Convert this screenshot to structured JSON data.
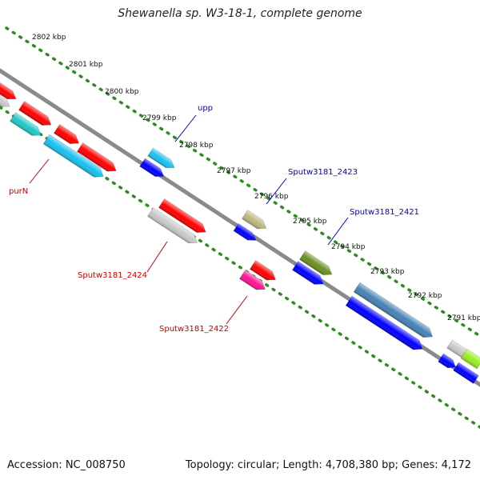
{
  "title": "Shewanella sp. W3-18-1, complete genome",
  "footer": {
    "accession": "Accession: NC_008750",
    "summary": "Topology: circular; Length: 4,708,380 bp; Genes: 4,172"
  },
  "colors": {
    "backbone": "#8a8a8a",
    "tick_dots": "#2e8b1f",
    "label_forward": "#0000cc",
    "label_reverse": "#cc0000"
  },
  "ticks": [
    {
      "kbp": 2802,
      "label": "2802 kbp"
    },
    {
      "kbp": 2801,
      "label": "2801 kbp"
    },
    {
      "kbp": 2800,
      "label": "2800 kbp"
    },
    {
      "kbp": 2799,
      "label": "2799 kbp"
    },
    {
      "kbp": 2798,
      "label": "2798 kbp"
    },
    {
      "kbp": 2797,
      "label": "2797 kbp"
    },
    {
      "kbp": 2796,
      "label": "2796 kbp"
    },
    {
      "kbp": 2795,
      "label": "2795 kbp"
    },
    {
      "kbp": 2794,
      "label": "2794 kbp"
    },
    {
      "kbp": 2793,
      "label": "2793 kbp"
    },
    {
      "kbp": 2792,
      "label": "2792 kbp"
    },
    {
      "kbp": 2791,
      "label": "2791 kbp"
    }
  ],
  "gene_labels": [
    {
      "name": "upp",
      "strand": "forward"
    },
    {
      "name": "Sputw3181_2423",
      "strand": "forward"
    },
    {
      "name": "Sputw3181_2421",
      "strand": "forward"
    },
    {
      "name": "purN",
      "strand": "reverse"
    },
    {
      "name": "Sputw3181_2424",
      "strand": "reverse"
    },
    {
      "name": "Sputw3181_2422",
      "strand": "reverse"
    }
  ],
  "features": [
    {
      "color": "#ff0000"
    },
    {
      "color": "#c8c8c8"
    },
    {
      "color": "#ff0000"
    },
    {
      "color": "#20c8c8"
    },
    {
      "color": "#ff0000"
    },
    {
      "color": "#ff0000"
    },
    {
      "color": "#18c0f0"
    },
    {
      "color": "#18c0f0"
    },
    {
      "color": "#0000ff"
    },
    {
      "color": "#ff0000"
    },
    {
      "color": "#c8c8c8"
    },
    {
      "color": "#bcb880"
    },
    {
      "color": "#0000ff"
    },
    {
      "color": "#6b8e23"
    },
    {
      "color": "#0000ff"
    },
    {
      "color": "#ff0000"
    },
    {
      "color": "#ff1493"
    },
    {
      "color": "#4682b4"
    },
    {
      "color": "#0000ff"
    },
    {
      "color": "#c8c8c8"
    },
    {
      "color": "#0000ff"
    },
    {
      "color": "#99ee22"
    },
    {
      "color": "#0000ff"
    }
  ]
}
